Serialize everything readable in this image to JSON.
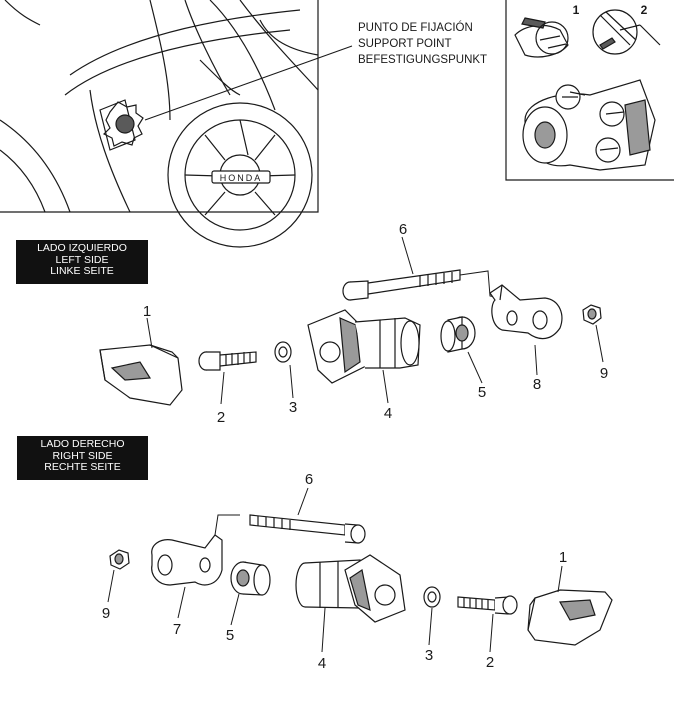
{
  "support_point": {
    "lines": [
      "PUNTO DE FIJACIÓN",
      "SUPPORT POINT",
      "BEFESTIGUNGSPUNKT"
    ]
  },
  "brand": "HONDA",
  "inset_steps": [
    "1",
    "2"
  ],
  "left_side": {
    "lines": [
      "LADO IZQUIERDO",
      "LEFT SIDE",
      "LINKE SEITE"
    ],
    "parts": [
      "1",
      "2",
      "3",
      "4",
      "5",
      "6",
      "8",
      "9"
    ]
  },
  "right_side": {
    "lines": [
      "LADO DERECHO",
      "RIGHT SIDE",
      "RECHTE SEITE"
    ],
    "parts": [
      "1",
      "2",
      "3",
      "4",
      "5",
      "6",
      "7",
      "9"
    ]
  }
}
